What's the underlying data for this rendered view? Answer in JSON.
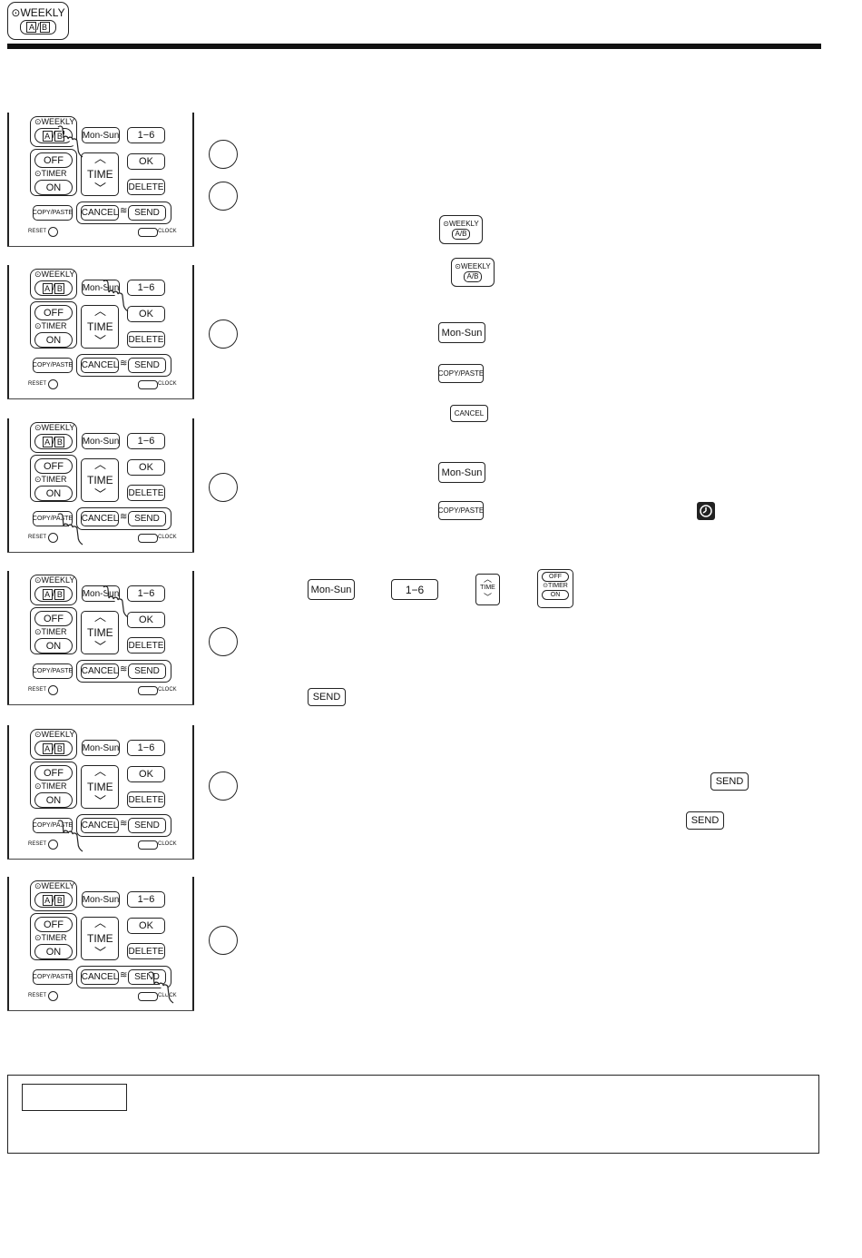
{
  "header": {
    "badge_top": "⊙WEEKLY",
    "badge_a": "A",
    "badge_sep": "/",
    "badge_b": "B"
  },
  "remote": {
    "weekly": "⊙WEEKLY",
    "ab_a": "A",
    "ab_sep": "/",
    "ab_b": "B",
    "mon_sun": "Mon-Sun",
    "one_six": "1−6",
    "off": "OFF",
    "timer": "⊙TIMER",
    "on": "ON",
    "time": "TIME",
    "ok": "OK",
    "delete": "DELETE",
    "copy_paste": "COPY/PASTE",
    "cancel": "CANCEL",
    "send": "SEND",
    "reset": "RESET",
    "clock": "CLOCK"
  },
  "inline_icons": {
    "weekly_top": "⊙WEEKLY",
    "weekly_ab": "A/B",
    "mon_sun": "Mon-Sun",
    "copy_paste": "COPY/PASTE",
    "cancel": "CANCEL",
    "one_six": "1−6",
    "time": "TIME",
    "off": "OFF",
    "timer": "⊙TIMER",
    "on": "ON",
    "send": "SEND"
  },
  "colors": {
    "ink": "#111111"
  }
}
